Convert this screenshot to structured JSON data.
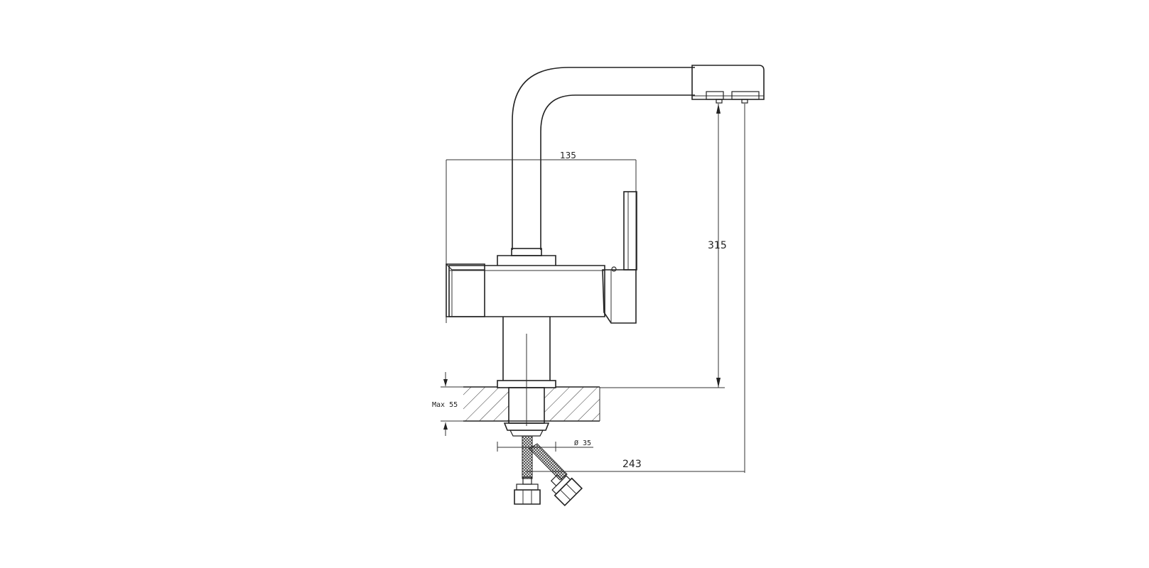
{
  "drawing": {
    "dimensions": {
      "width_top": "135",
      "height_spout": "315",
      "reach": "243",
      "max_thickness": "Max 55",
      "hole_diameter": "Ø 35"
    }
  }
}
